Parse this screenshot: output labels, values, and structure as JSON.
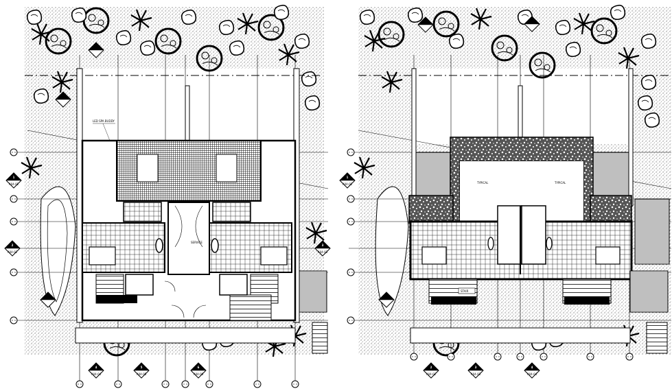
{
  "drawing": {
    "left_plan": {
      "annotation": "LED SPA BUDDY",
      "room_label": "SERVICE",
      "elev_markers": [
        {
          "n": "1",
          "s": "A04-01"
        },
        {
          "n": "2",
          "s": "A04-02"
        },
        {
          "n": "3",
          "s": "A04-03"
        },
        {
          "n": "4",
          "s": "A04-04"
        },
        {
          "n": "5",
          "s": "A04-05"
        },
        {
          "n": "6",
          "s": "A04-06"
        }
      ]
    },
    "right_plan": {
      "rooms": [
        "TYPICAL",
        "TYPICAL",
        "STAIR"
      ],
      "elev_markers": [
        {
          "n": "1",
          "s": "A04-01"
        },
        {
          "n": "2",
          "s": "A04-02"
        },
        {
          "n": "3",
          "s": "A04-03"
        },
        {
          "n": "4",
          "s": "A04-04"
        }
      ]
    }
  }
}
